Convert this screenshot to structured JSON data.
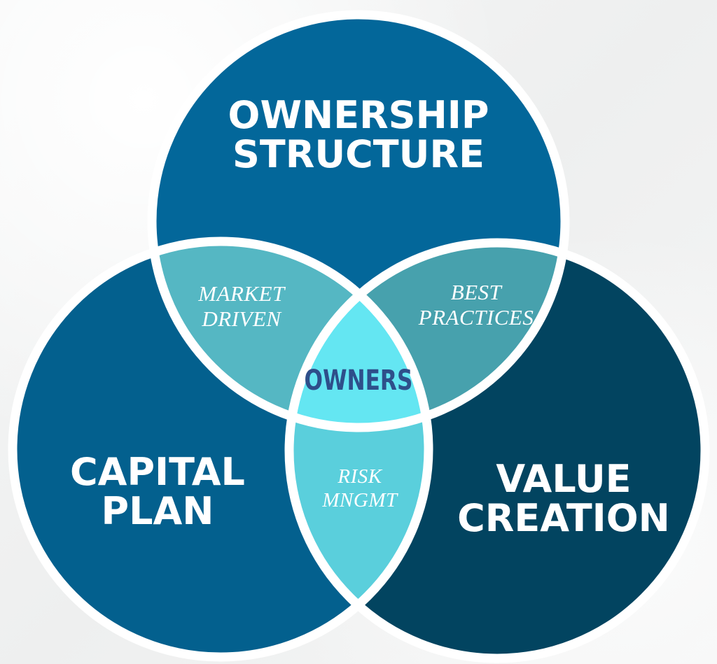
{
  "colors": {
    "top_circle": "#03679a",
    "left_circle": "#03608e",
    "right_circle": "#024460",
    "top_left_overlap": "#55b7c3",
    "top_right_overlap": "#47a1ad",
    "bottom_overlap": "#5acfdc",
    "center": "#64e6f2",
    "border": "#ffffff",
    "center_text": "#2e4f8a"
  },
  "circles": {
    "top": {
      "line1": "OWNERSHIP",
      "line2": "STRUCTURE"
    },
    "left": {
      "line1": "CAPITAL",
      "line2": "PLAN"
    },
    "right": {
      "line1": "VALUE",
      "line2": "CREATION"
    }
  },
  "overlaps": {
    "top_left": {
      "line1": "MARKET",
      "line2": "DRIVEN"
    },
    "top_right": {
      "line1": "BEST",
      "line2": "PRACTICES"
    },
    "bottom": {
      "line1": "RISK",
      "line2": "MNGMT"
    }
  },
  "center": {
    "label": "OWNERS"
  }
}
